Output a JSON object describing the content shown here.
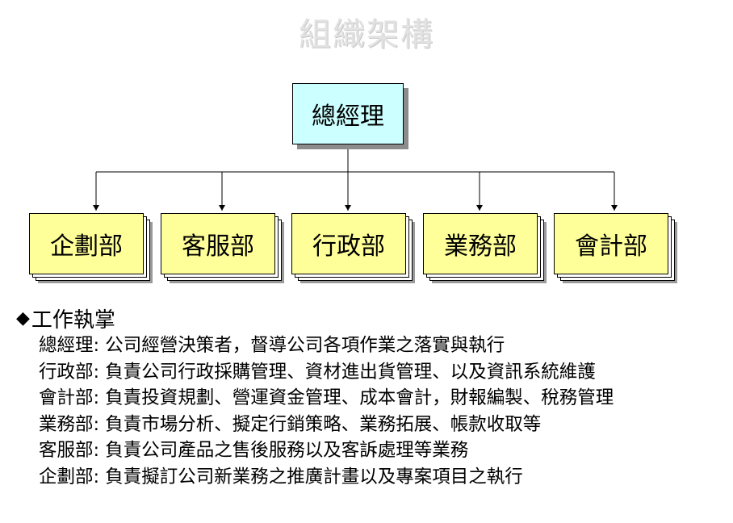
{
  "title": "組織架構",
  "chart": {
    "root": "總經理",
    "departments": [
      "企劃部",
      "客服部",
      "行政部",
      "業務部",
      "會計部"
    ]
  },
  "section": {
    "bullet": "◆",
    "heading": "工作執掌",
    "items": [
      "總經理: 公司經營決策者，督導公司各項作業之落實與執行",
      "行政部: 負責公司行政採購管理、資材進出貨管理、以及資訊系統維護",
      "會計部: 負責投資規劃、營運資金管理、成本會計，財報編製、稅務管理",
      "業務部: 負責市場分析、擬定行銷策略、業務拓展、帳款收取等",
      "客服部: 負責公司產品之售後服務以及客訴處理等業務",
      "企劃部: 負責擬訂公司新業務之推廣計畫以及專案項目之執行"
    ]
  },
  "colors": {
    "root_fill": "#ccffff",
    "dept_fill": "#ffff99",
    "title_color": "#e2e2e2"
  }
}
